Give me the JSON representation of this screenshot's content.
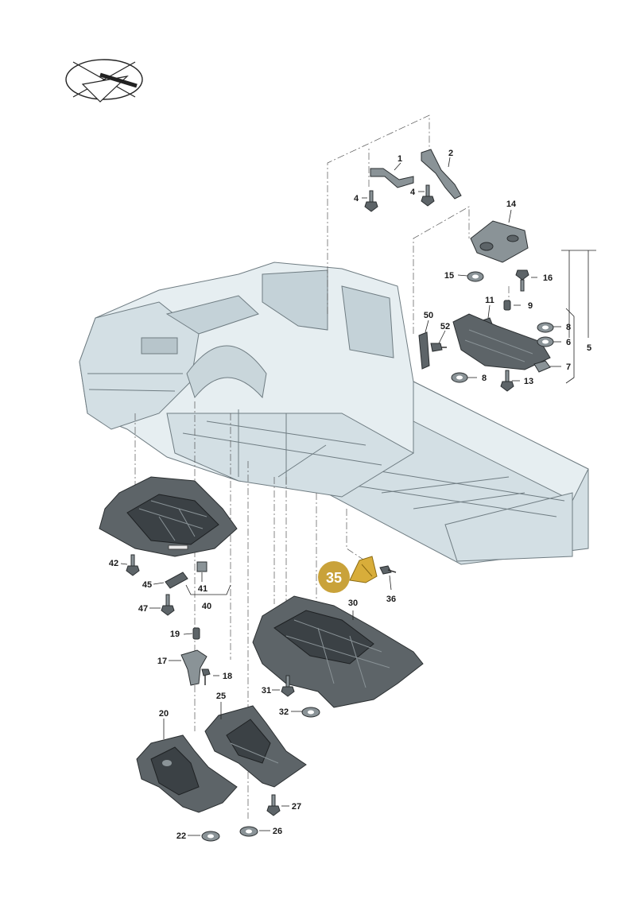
{
  "diagram": {
    "highlight_label": "35",
    "colors": {
      "highlight": "#c9a23a",
      "part_dark": "#5d6468",
      "vehicle_body": "#e6eef1",
      "text": "#1a1a1a"
    },
    "icons": [
      "view-direction-icon"
    ],
    "labels": {
      "l1": "1",
      "l2": "2",
      "l4a": "4",
      "l4b": "4",
      "l14": "14",
      "l15": "15",
      "l16": "16",
      "l11": "11",
      "l9": "9",
      "l50": "50",
      "l52": "52",
      "l8a": "8",
      "l6": "6",
      "l5": "5",
      "l7": "7",
      "l8b": "8",
      "l13": "13",
      "l42": "42",
      "l45": "45",
      "l41": "41",
      "l40": "40",
      "l47": "47",
      "l36": "36",
      "l30": "30",
      "l19": "19",
      "l17": "17",
      "l18": "18",
      "l31": "31",
      "l32": "32",
      "l25": "25",
      "l20": "20",
      "l27": "27",
      "l22": "22",
      "l26": "26"
    }
  }
}
